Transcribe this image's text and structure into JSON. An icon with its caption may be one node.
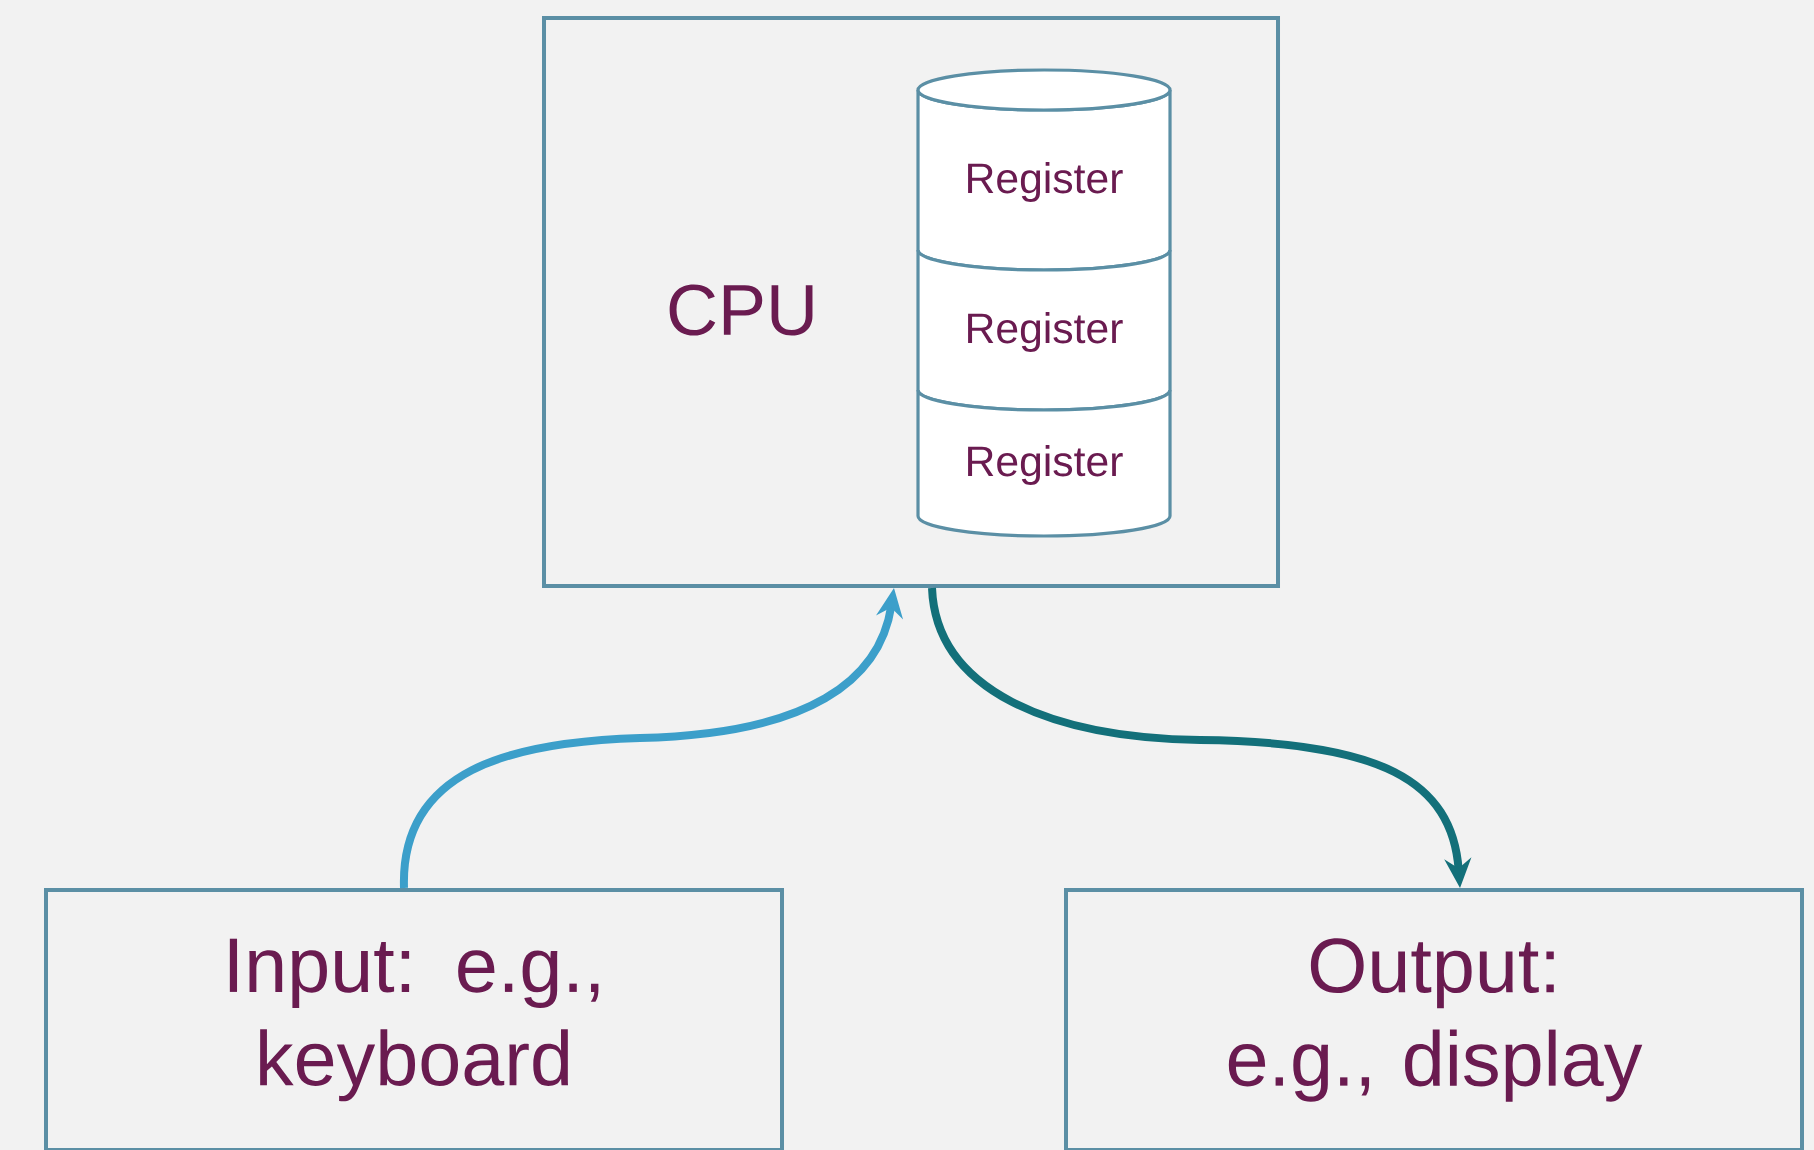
{
  "diagram": {
    "nodes": [
      {
        "text": [
          "CPU"
        ]
      },
      {
        "text": [
          "Register"
        ],
        "in": 0
      },
      {
        "text": [
          "Register"
        ],
        "in": 0
      },
      {
        "text": [
          "Register"
        ],
        "in": 0
      },
      {
        "text": [
          "Input: e.g., keyboard"
        ]
      },
      {
        "text": [
          "Output: e.g., display"
        ]
      }
    ],
    "edges": [
      {
        "from": 4,
        "to": 0,
        "arrow": "to",
        "color": "#3c9fca"
      },
      {
        "from": 0,
        "to": 5,
        "arrow": "to",
        "color": "#13707a"
      }
    ]
  }
}
